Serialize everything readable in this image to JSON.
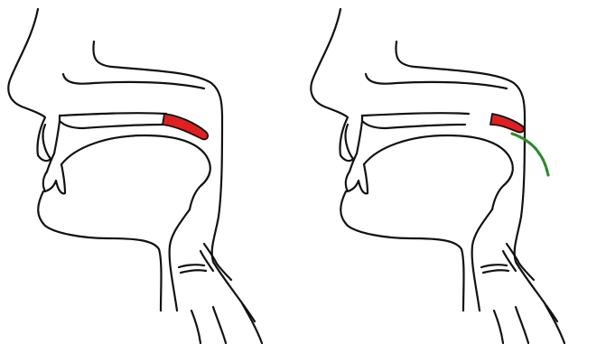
{
  "panels": [
    {
      "id": "left",
      "highlights": [
        "velum"
      ]
    },
    {
      "id": "right",
      "highlights": [
        "velum",
        "velopharyngeal-contact"
      ]
    }
  ],
  "colors": {
    "outline": "#111111",
    "velum": "#e02020",
    "contact": "#2e8b2e",
    "background": "#ffffff"
  }
}
